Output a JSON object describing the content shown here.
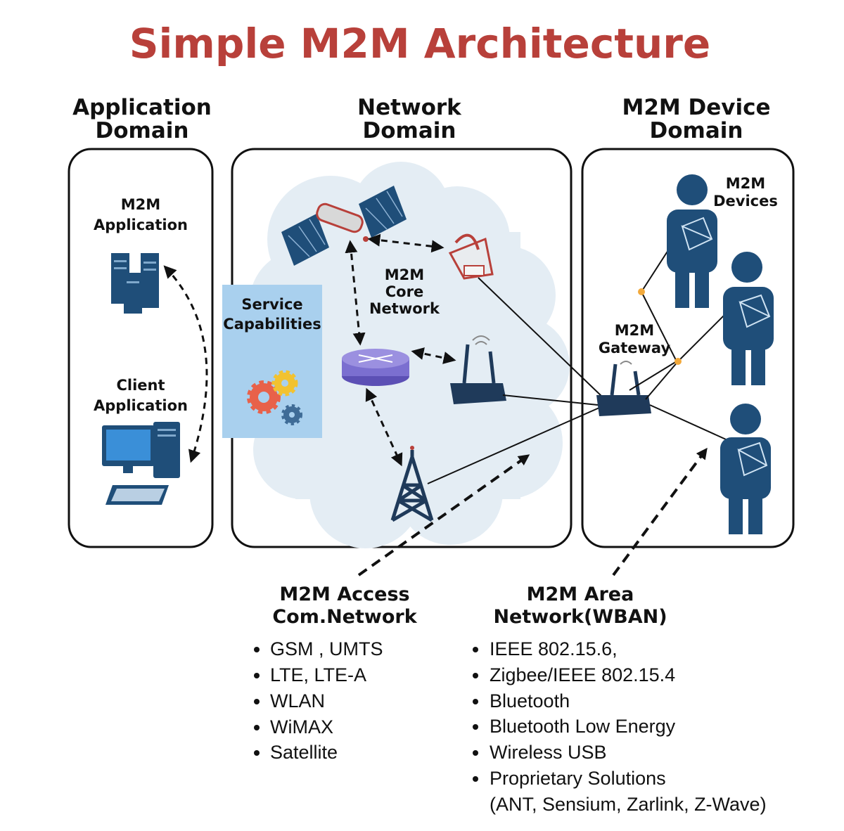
{
  "title": "Simple M2M Architecture",
  "domains": {
    "application": {
      "line1": "Application",
      "line2": "Domain"
    },
    "network": {
      "line1": "Network",
      "line2": "Domain"
    },
    "device": {
      "line1": "M2M Device",
      "line2": "Domain"
    }
  },
  "labels": {
    "m2m_application": {
      "line1": "M2M",
      "line2": "Application"
    },
    "client_application": {
      "line1": "Client",
      "line2": "Application"
    },
    "service_capabilities": {
      "line1": "Service",
      "line2": "Capabilities"
    },
    "core_network": {
      "line1": "M2M",
      "line2": "Core",
      "line3": "Network"
    },
    "gateway": {
      "line1": "M2M",
      "line2": "Gateway"
    },
    "devices": {
      "line1": "M2M",
      "line2": "Devices"
    }
  },
  "access_network": {
    "title_line1": "M2M Access",
    "title_line2": "Com.Network",
    "items": [
      "GSM , UMTS",
      "LTE, LTE-A",
      "WLAN",
      "WiMAX",
      "Satellite"
    ]
  },
  "area_network": {
    "title_line1": "M2M Area",
    "title_line2": "Network(WBAN)",
    "items": [
      "IEEE 802.15.6,",
      "Zigbee/IEEE 802.15.4",
      "Bluetooth",
      "Bluetooth Low Energy",
      "Wireless USB",
      "Proprietary Solutions"
    ],
    "items_extra": "(ANT, Sensium, Zarlink, Z-Wave)"
  },
  "colors": {
    "title": "#b8403a",
    "cloud": "#e4edf4",
    "service_box": "#a9d0ee",
    "device_navy": "#1f4e79",
    "router": "#7b6fd0",
    "node_orange": "#f2a93b"
  },
  "icons": [
    "server-icon",
    "computer-icon",
    "gears-icon",
    "satellite-icon",
    "satellite-dish-icon",
    "router-icon",
    "wifi-access-point-icon",
    "cell-tower-icon",
    "gateway-icon",
    "person-sensor-icon"
  ]
}
